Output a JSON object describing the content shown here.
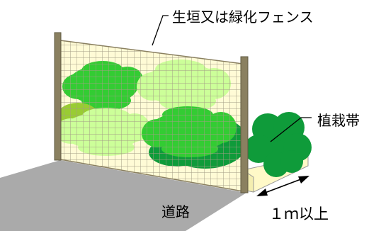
{
  "labels": {
    "fence": "生垣又は緑化フェンス",
    "planting_bed": "植栽帯",
    "road": "道路",
    "distance": "１ｍ以上"
  },
  "colors": {
    "road": "#aaaaaa",
    "fence_post": "#8a8060",
    "fence_panel": "#fffbd6",
    "mesh": "#a39e86",
    "bush_bright": "#33cc33",
    "bush_pale": "#ccff99",
    "bush_dark": "#0f9b3a",
    "bed_curb": "#fff9c8"
  }
}
